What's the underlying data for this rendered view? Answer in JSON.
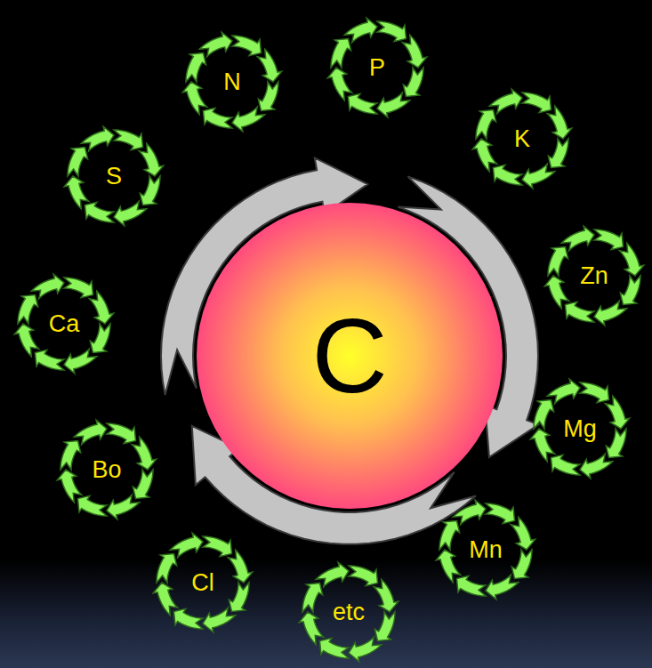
{
  "diagram": {
    "nodes": [
      {
        "text": [
          "P"
        ]
      },
      {
        "text": [
          "N"
        ]
      },
      {
        "text": [
          "K"
        ]
      },
      {
        "text": [
          "S"
        ]
      },
      {
        "text": [
          "Zn"
        ]
      },
      {
        "text": [
          "Ca"
        ]
      },
      {
        "text": [
          "C"
        ]
      },
      {
        "text": [
          "Mg"
        ]
      },
      {
        "text": [
          "Bo"
        ]
      },
      {
        "text": [
          "Mn"
        ]
      },
      {
        "text": [
          "Cl"
        ]
      },
      {
        "text": [
          "etc"
        ]
      }
    ]
  }
}
